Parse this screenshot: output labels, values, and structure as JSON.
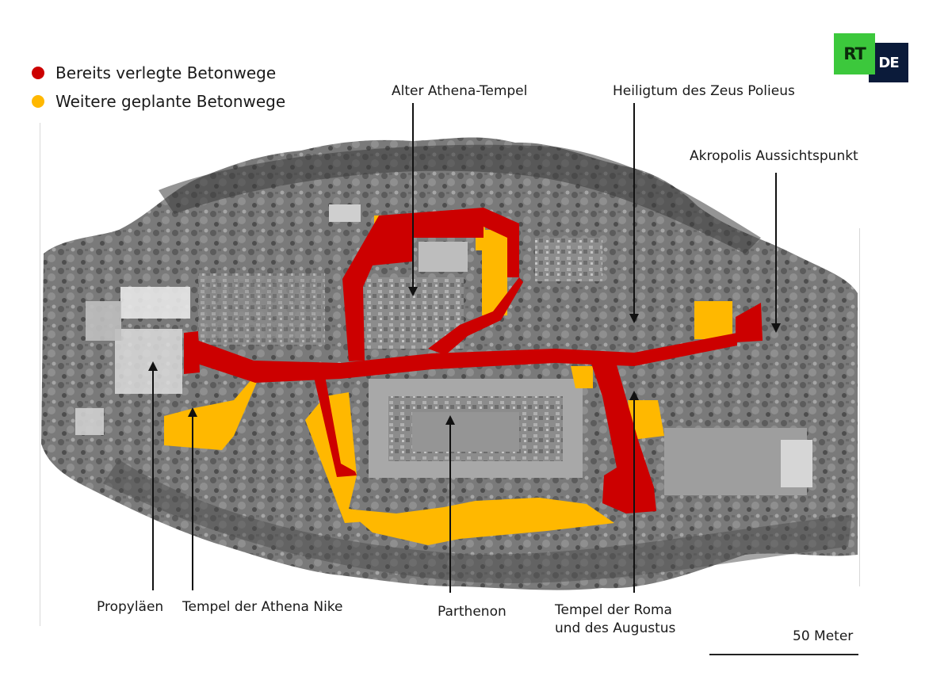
{
  "legend": {
    "items": [
      {
        "label": "Bereits verlegte Betonwege",
        "color": "#cc0000"
      },
      {
        "label": "Weitere geplante Betonwege",
        "color": "#ffb800"
      }
    ]
  },
  "logo": {
    "rt": "RT",
    "de": "DE",
    "rt_color": "#3cc83c",
    "de_color": "#0b1b3a"
  },
  "labels": {
    "alter_athena": "Alter Athena-Tempel",
    "zeus": "Heiligtum des Zeus Polieus",
    "aussichtspunkt": "Akropolis Aussichtspunkt",
    "propylaeen": "Propyläen",
    "athena_nike": "Tempel der Athena Nike",
    "parthenon": "Parthenon",
    "roma_line1": "Tempel der Roma",
    "roma_line2": "und des Augustus"
  },
  "scale": {
    "label": "50 Meter"
  },
  "colors": {
    "existing_path": "#cc0000",
    "planned_path": "#ffb800",
    "rock_dark": "#4a4a4a",
    "rock_light": "#9a9a9a"
  }
}
